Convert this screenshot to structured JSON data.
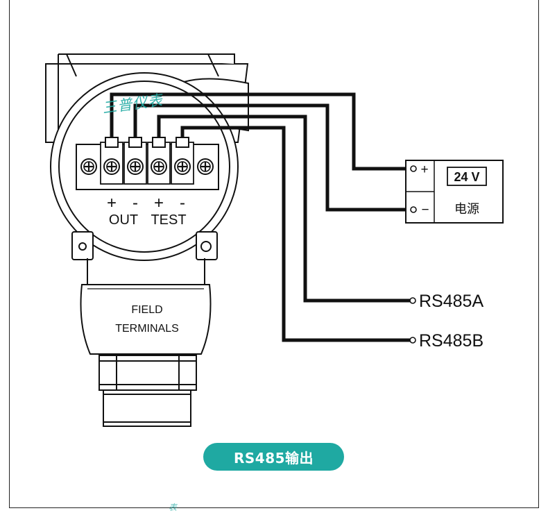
{
  "device": {
    "terminal_signs": [
      "+",
      "-",
      "+",
      "-"
    ],
    "terminal_groups": [
      "OUT",
      "TEST"
    ],
    "housing_label_line1": "FIELD",
    "housing_label_line2": "TERMINALS"
  },
  "power_supply": {
    "plus_sign": "+",
    "minus_sign": "−",
    "voltage": "24 V",
    "label": "电源"
  },
  "rs485": {
    "a_label": "RS485A",
    "b_label": "RS485B"
  },
  "caption": "RS485输出",
  "watermark": {
    "text": "三普仪表",
    "fragment": "表"
  },
  "colors": {
    "caption_bg": "#1fa9a2",
    "watermark": "#1fa9a2",
    "line": "#111111"
  }
}
